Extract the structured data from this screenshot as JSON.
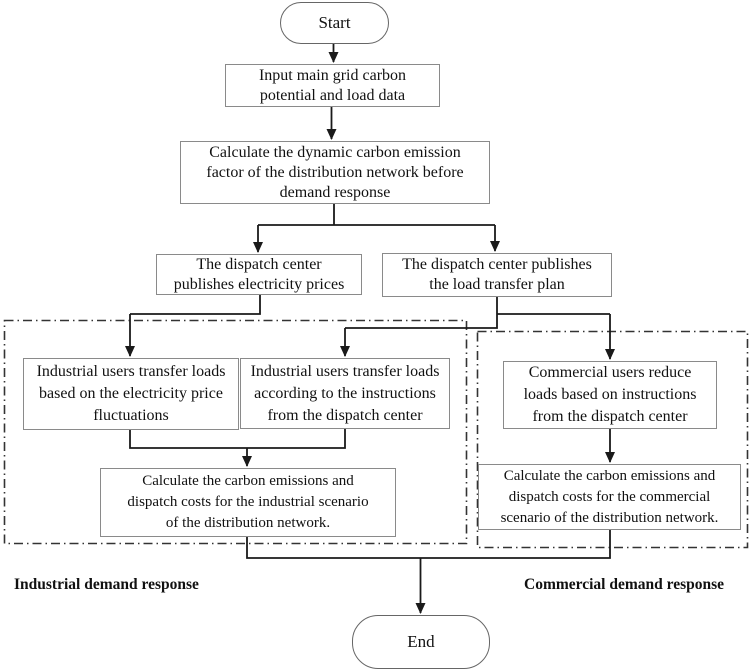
{
  "diagram_type": "flowchart",
  "nodes": {
    "start": "Start",
    "input": "Input main grid carbon\npotential and load data",
    "calc_before": "Calculate the dynamic carbon emission\nfactor of the distribution network before\ndemand response",
    "dispatch_price": "The dispatch center\npublishes electricity prices",
    "dispatch_plan": "The dispatch center publishes\nthe load transfer plan",
    "industrial_price_response": "Industrial users transfer loads\nbased on the electricity price\nfluctuations",
    "industrial_instruction_response": "Industrial users transfer loads\naccording to the instructions\nfrom the dispatch center",
    "commercial_reduce": "Commercial users reduce\nloads based on instructions\nfrom the dispatch center",
    "calc_industrial": "Calculate the carbon emissions and\ndispatch costs for the industrial scenario\nof the distribution network.",
    "calc_commercial": "Calculate the carbon emissions and\ndispatch costs for the commercial\nscenario of the distribution network.",
    "end": "End"
  },
  "regions": {
    "industrial_label": "Industrial demand response",
    "commercial_label": "Commercial demand response"
  },
  "colors": {
    "line": "#1a1a1a",
    "box_border": "#8a8a8a",
    "background": "#ffffff",
    "text": "#111111"
  }
}
